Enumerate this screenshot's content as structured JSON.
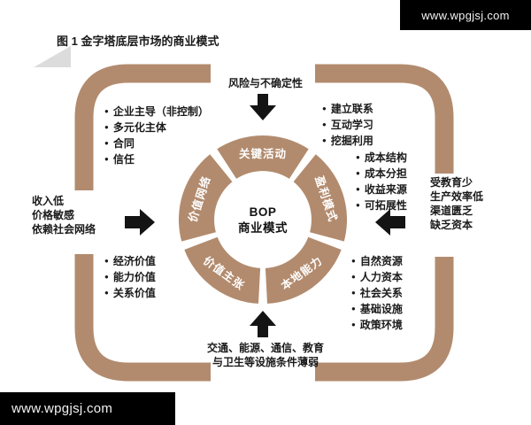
{
  "colors": {
    "accent": "#b28b6e",
    "arrow": "#141414",
    "text": "#1a1a1a",
    "watermark_bg": "#000000",
    "watermark_text": "#f2f2f2"
  },
  "watermark": {
    "text": "www.wpgjsj.com"
  },
  "figure": {
    "title": "图 1 金字塔底层市场的商业模式"
  },
  "wheel": {
    "center_line1": "BOP",
    "center_line2": "商业模式",
    "segments": [
      "关键活动",
      "盈利模式",
      "本地能力",
      "价值主张",
      "价值网络"
    ]
  },
  "captions": {
    "top": "风险与不确定性",
    "bottom": [
      "交通、能源、通信、教育",
      "与卫生等设施条件薄弱"
    ],
    "left": [
      "收入低",
      "价格敏感",
      "依赖社会网络"
    ],
    "right": [
      "受教育少",
      "生产效率低",
      "渠道匮乏",
      "缺乏资本"
    ]
  },
  "bullet_lists": {
    "top_left": [
      "企业主导（非控制）",
      "多元化主体",
      "合同",
      "信任"
    ],
    "top_right": [
      "建立联系",
      "互动学习",
      "挖掘利用"
    ],
    "right_mid": [
      "成本结构",
      "成本分担",
      "收益来源",
      "可拓展性"
    ],
    "bottom_left": [
      "经济价值",
      "能力价值",
      "关系价值"
    ],
    "bottom_right": [
      "自然资源",
      "人力资本",
      "社会关系",
      "基础设施",
      "政策环境"
    ]
  }
}
